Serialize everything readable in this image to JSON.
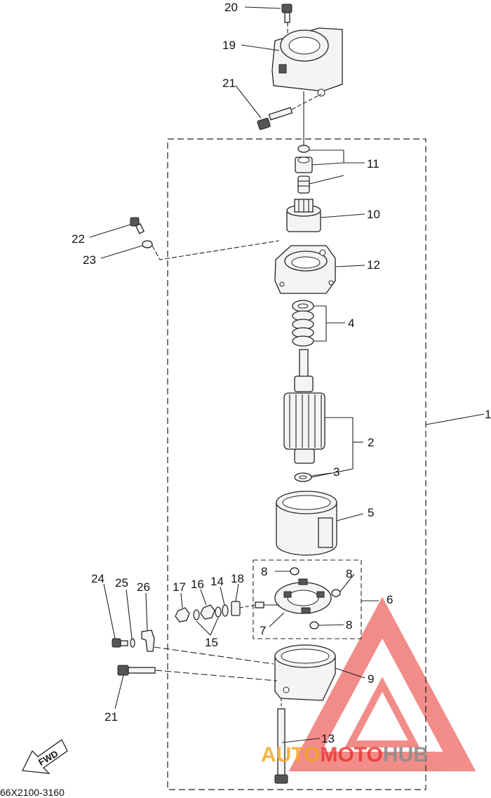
{
  "diagram": {
    "code": "66X2100-3160",
    "fwd_label": "FWD",
    "callouts": {
      "c1": "1",
      "c2": "2",
      "c3": "3",
      "c4": "4",
      "c5": "5",
      "c6": "6",
      "c7": "7",
      "c8a": "8",
      "c8b": "8",
      "c8c": "8",
      "c9": "9",
      "c10": "10",
      "c11": "11",
      "c12": "12",
      "c13": "13",
      "c14": "14",
      "c15": "15",
      "c16": "16",
      "c17": "17",
      "c18": "18",
      "c19": "19",
      "c20": "20",
      "c21a": "21",
      "c21b": "21",
      "c22": "22",
      "c23": "23",
      "c24": "24",
      "c25": "25",
      "c26": "26"
    }
  },
  "watermark": {
    "part1": "AUTO",
    "part2": "MOTO",
    "part3": "HUB",
    "colors": {
      "red": "#e8302a",
      "orange": "#f5a623",
      "gray": "#8c8c8c"
    }
  }
}
